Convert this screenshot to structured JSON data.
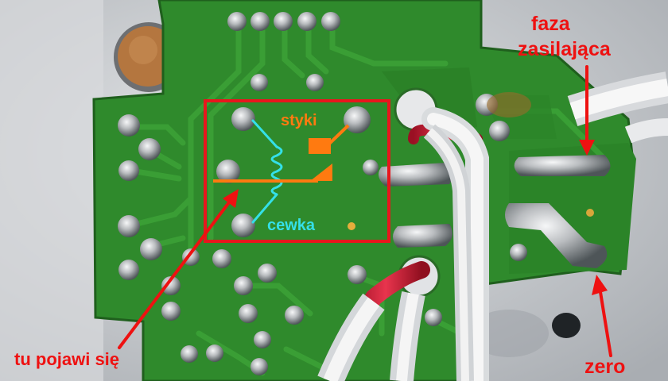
{
  "photo": {
    "subject": "",
    "colors": {
      "pcb": "#2f8a2c",
      "trace": "#3b9a36",
      "solder": "#b9bcbf",
      "highlight_box": "#e8161d",
      "arrow_red": "#ee1111",
      "annotation_orange": "#ff7a10",
      "annotation_cyan": "#34e0e8",
      "wire_red": "#d8203a",
      "wire_white": "#eeeeee"
    }
  },
  "labels": {
    "faza": "faza",
    "zasilajaca": "zasilająca",
    "zero": "zero",
    "tu_pojawi_sie": "tu pojawi się",
    "styki": "styki",
    "cewka": "cewka"
  },
  "icons": [
    "relay-coil-symbol",
    "relay-contact-symbol"
  ]
}
